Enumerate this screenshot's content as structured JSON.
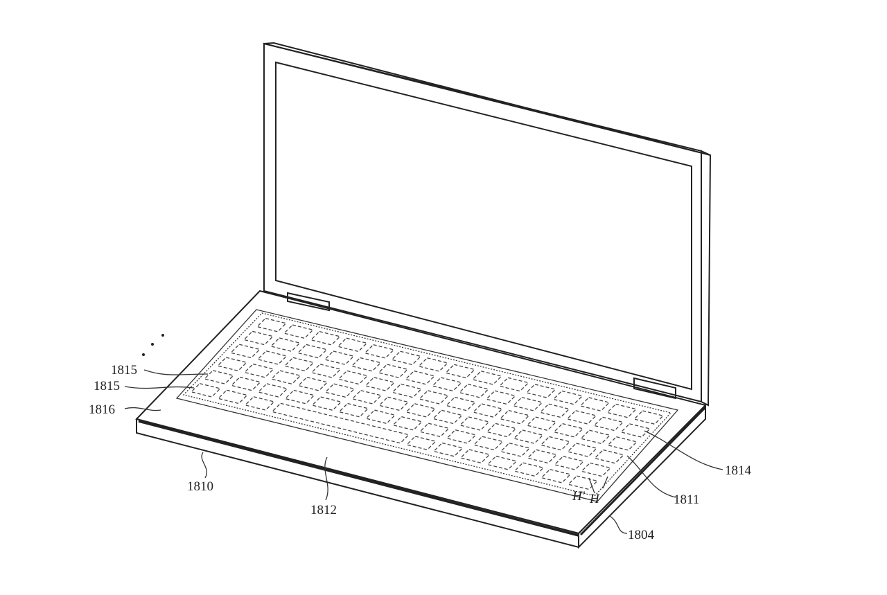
{
  "figure": {
    "labels": {
      "l1815a": "1815",
      "l1815b": "1815",
      "l1816": "1816",
      "l1810": "1810",
      "l1812": "1812",
      "l1814": "1814",
      "l1811": "1811",
      "l1804": "1804",
      "hprime": "H'",
      "h": "H"
    },
    "keyboard": {
      "rows": 6,
      "cols": 15
    }
  }
}
